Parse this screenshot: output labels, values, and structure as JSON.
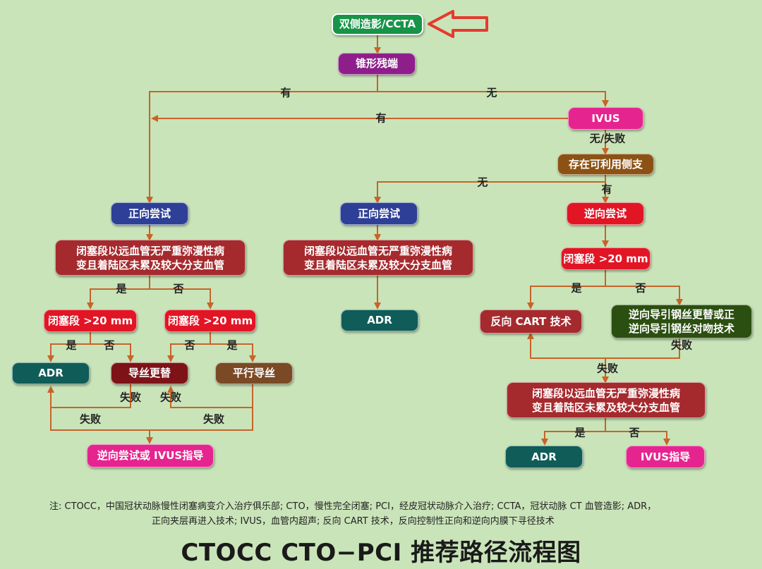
{
  "nodes": {
    "top": "双侧造影/CCTA",
    "stump": "锥形残端",
    "ivus": "IVUS",
    "side_branch": "存在可利用侧支",
    "left_antegrade": "正向尝试",
    "mid_antegrade": "正向尝试",
    "retrograde": "逆向尝试",
    "left_cond_line1": "闭塞段以远血管无严重弥漫性病",
    "left_cond_line2": "变且着陆区未累及较大分支血管",
    "mid_cond_line1": "闭塞段以远血管无严重弥漫性病",
    "mid_cond_line2": "变且着陆区未累及较大分支血管",
    "right_cond_line1": "闭塞段以远血管无严重弥漫性病",
    "right_cond_line2": "变且着陆区未累及较大分支血管",
    "left_len_a": "闭塞段 >20 mm",
    "left_len_b": "闭塞段 >20 mm",
    "right_len": "闭塞段 >20 mm",
    "adr_left": "ADR",
    "wire_swap": "导丝更替",
    "parallel_wire": "平行导丝",
    "adr_mid": "ADR",
    "reverse_cart": "反向 CART 技术",
    "retro_wire_line1": "逆向导引钢丝更替或正",
    "retro_wire_line2": "逆向导引钢丝对吻技术",
    "retro_or_ivus": "逆向尝试或 IVUS指导",
    "adr_right": "ADR",
    "ivus_guide": "IVUS指导"
  },
  "labels": {
    "stump_yes": "有",
    "stump_no": "无",
    "ivus_yes": "有",
    "ivus_no_fail": "无/失败",
    "sb_no": "无",
    "sb_yes": "有",
    "left_cond_yes": "是",
    "left_cond_no": "否",
    "len_a_yes": "是",
    "len_a_no": "否",
    "len_b_no": "否",
    "len_b_yes": "是",
    "wire_swap_fail": "失败",
    "parallel_fail": "失败",
    "adr_left_fail": "失败",
    "parallel_fail2": "失败",
    "right_len_yes": "是",
    "right_len_no": "否",
    "retro_wire_fail": "失败",
    "right_fail": "失败",
    "right_cond_yes": "是",
    "right_cond_no": "否"
  },
  "note_line1": "注: CTOCC，中国冠状动脉慢性闭塞病变介入治疗俱乐部; CTO，慢性完全闭塞; PCI，经皮冠状动脉介入治疗; CCTA，冠状动脉 CT 血管造影; ADR，",
  "note_line2": "正向夹层再进入技术; IVUS，血管内超声; 反向 CART 技术，反向控制性正向和逆向内膜下寻径技术",
  "title": "CTOCC CTO−PCI 推荐路径流程图",
  "colors": {
    "line": "#c8632a",
    "highlight_arrow": "#e53a2f",
    "background": "#c9e4b9"
  }
}
